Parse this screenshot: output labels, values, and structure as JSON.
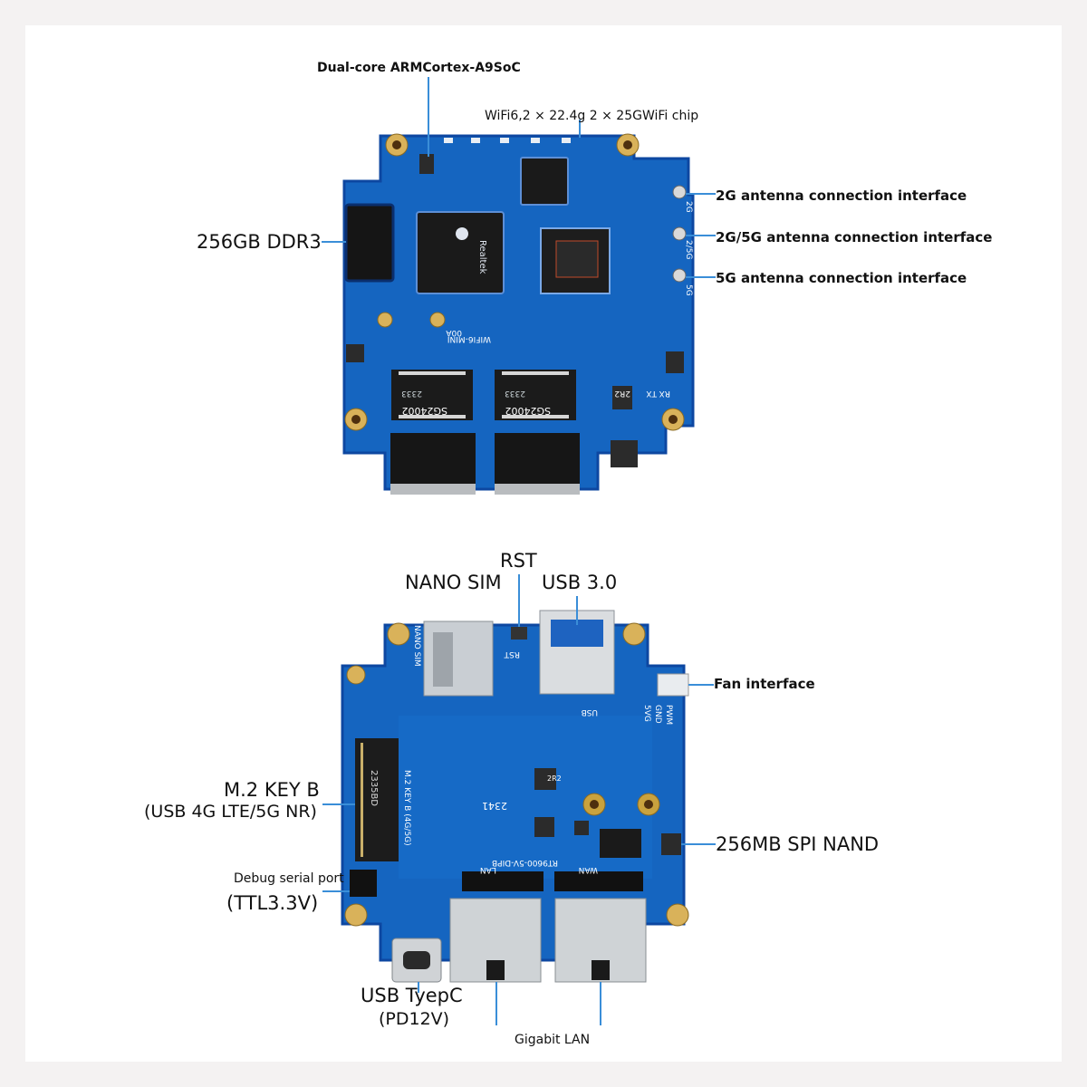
{
  "colors": {
    "board": "#1565c0",
    "board_dark": "#0d47a1",
    "silkscreen": "#ffffff",
    "leader": "#3a8ed8",
    "chip": "#1b1b1b",
    "gold": "#c9a34a",
    "ethernet": "#cfd3d6"
  },
  "top_board": {
    "labels": {
      "soc": "Dual-core ARMCortex-A9SoC",
      "wifi": "WiFi6,2 × 22.4g 2 × 25GWiFi chip",
      "ddr": "256GB DDR3",
      "ant2g": "2G antenna connection interface",
      "ant25g": "2G/5G antenna connection interface",
      "ant5g": "5G antenna connection interface"
    },
    "silkscreen": {
      "board_name": "WIFI6-MINI",
      "version": "00A",
      "magnetics_a": "SG24002",
      "magnetics_b": "SG24002",
      "date_a": "2333",
      "date_b": "2333",
      "soc_brand": "Realtek",
      "inductor": "2R2",
      "pin_tx": "TX",
      "pin_rx": "RX",
      "ant_2g": "2G",
      "ant_25g": "2/5G",
      "ant_5g": "5G"
    }
  },
  "bottom_board": {
    "labels": {
      "rst": "RST",
      "nano_sim": "NANO SIM",
      "usb3": "USB 3.0",
      "fan": "Fan interface",
      "m2_line1": "M.2 KEY B",
      "m2_line2": "(USB 4G LTE/5G NR)",
      "spi": "256MB SPI NAND",
      "debug_line1": "Debug serial port",
      "debug_line2": "(TTL3.3V)",
      "typec_line1": "USB TyepC",
      "typec_line2": "(PD12V)",
      "gigabit": "Gigabit LAN"
    },
    "silkscreen": {
      "board_model": "RT9600-5V-DIPB",
      "m2": "M.2 KEY B (4G/5G)",
      "lan": "LAN",
      "wan": "WAN",
      "usb": "USB",
      "sim": "NANO SIM",
      "rst": "RST",
      "fan_5v": "5VG",
      "fan_gnd": "GND",
      "fan_pwm": "PWM",
      "slot_id": "2335BD",
      "date": "2341",
      "inductor": "2R2"
    }
  }
}
